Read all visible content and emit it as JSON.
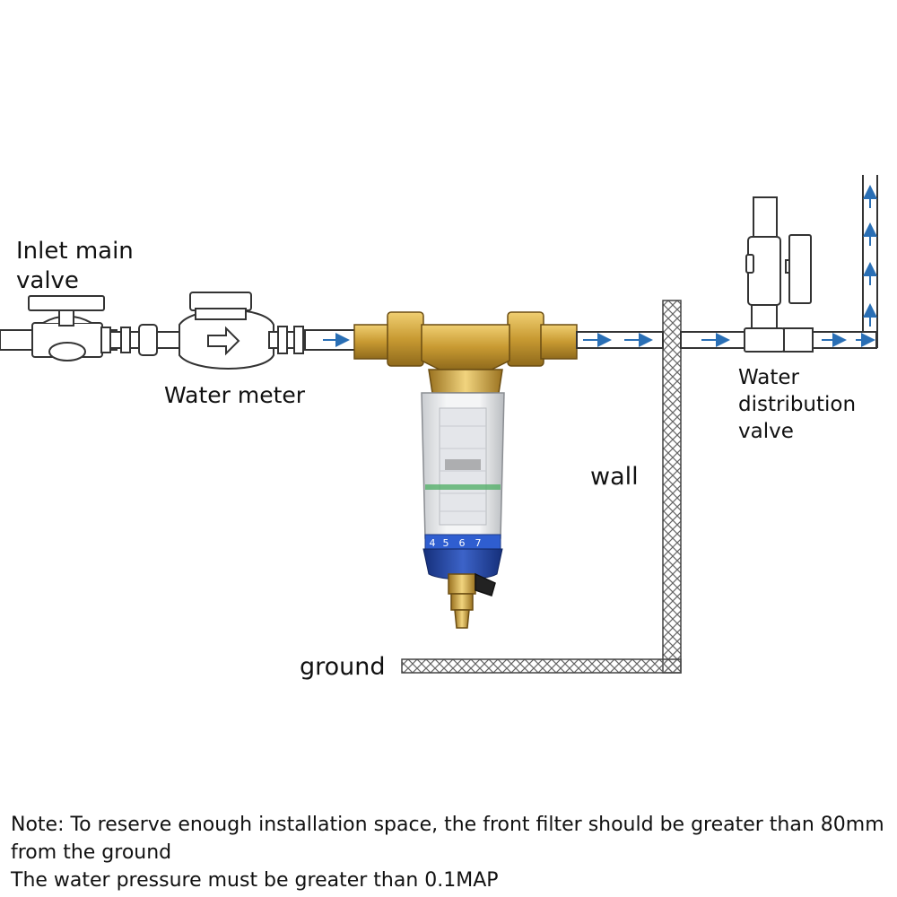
{
  "labels": {
    "inlet_valve": "Inlet main valve",
    "water_meter": "Water meter",
    "distribution_valve": "Water distribution valve",
    "wall": "wall",
    "ground": "ground"
  },
  "gauge_numbers": [
    "4",
    "5",
    "6",
    "7"
  ],
  "note": {
    "line1": "Note: To reserve enough installation space, the front filter should be greater than 80mm from the ground",
    "line2": "The water pressure must be greater than 0.1MAP"
  },
  "colors": {
    "flow_arrow": "#2a6fb5",
    "brass": "#c9a03a",
    "filter_base": "#1f3f9a",
    "pipe_outline": "#333333",
    "hatch": "#555555"
  },
  "icons": {
    "flow_direction": "arrow-right-icon",
    "flow_up": "arrow-up-icon",
    "meter_arrow": "hollow-arrow-icon"
  }
}
